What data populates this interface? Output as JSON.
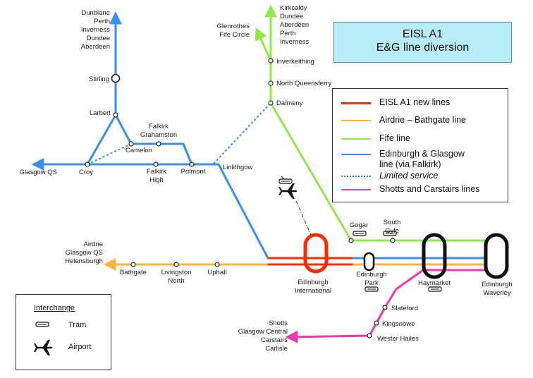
{
  "title": {
    "line1": "EISL A1",
    "line2": "E&G line diversion"
  },
  "colors": {
    "new_lines": "#ff2a00",
    "airdrie_bathgate": "#ffb340",
    "fife": "#8fe84a",
    "edinburgh_glasgow": "#3a8fe8",
    "limited": "#3a8fe8",
    "shotts_carstairs": "#ee3aa6"
  },
  "legend": {
    "items": [
      {
        "label": "EISL A1 new lines",
        "style": "new_lines"
      },
      {
        "label": "Airdrie – Bathgate line",
        "style": "airdrie_bathgate"
      },
      {
        "label": "Fife line",
        "style": "fife"
      },
      {
        "label_line1": "Edinburgh & Glasgow",
        "label_line2": "line (via Falkirk)",
        "style": "edinburgh_glasgow"
      },
      {
        "label": "Limited service",
        "style": "limited"
      },
      {
        "label": "Shotts and Carstairs lines",
        "style": "shotts_carstairs"
      }
    ]
  },
  "interchange": {
    "heading": "Interchange",
    "tram": "Tram",
    "airport": "Airport"
  },
  "destinations": {
    "north": [
      "Dunblane",
      "Perth",
      "Inverness",
      "Dundee",
      "Aberdeen"
    ],
    "fife_north": [
      "Kirkcaldy",
      "Dundee",
      "Aberdeen",
      "Perth",
      "Inverness"
    ],
    "glenrothes": [
      "Glenrothes",
      "Fife Circle"
    ],
    "west": "Glasgow QS",
    "airdrie": [
      "Airdrie",
      "Glasgow QS",
      "Helensburgh"
    ],
    "shotts": [
      "Shotts",
      "Glasgow Central",
      "Carstairs",
      "Carlisle"
    ]
  },
  "stations": {
    "stirling": "Stirling",
    "larbert": "Larbert",
    "falkirk_grahamston": [
      "Falkirk",
      "Grahamston"
    ],
    "camelon": "Camelon",
    "croy": "Croy",
    "falkirk_high": [
      "Falkirk",
      "High"
    ],
    "polmont": "Polmont",
    "linlithgow": "Linlithgow",
    "inverkeithing": "Inverkeithing",
    "north_queensferry": "North Queensferry",
    "dalmeny": "Dalmeny",
    "gogar": "Gogar",
    "south_gyle": [
      "South",
      "Gyle"
    ],
    "bathgate": "Bathgate",
    "livingston_north": [
      "Livingston",
      "North"
    ],
    "uphall": "Uphall",
    "edinburgh_international": [
      "Edinburgh",
      "International"
    ],
    "edinburgh_park": [
      "Edinburgh",
      "Park"
    ],
    "haymarket": "Haymarket",
    "edinburgh_waverley": [
      "Edinburgh",
      "Waverley"
    ],
    "slateford": "Slateford",
    "kingsknowe": "Kingsnowe",
    "wester_hailes": "Wester Hailes"
  }
}
